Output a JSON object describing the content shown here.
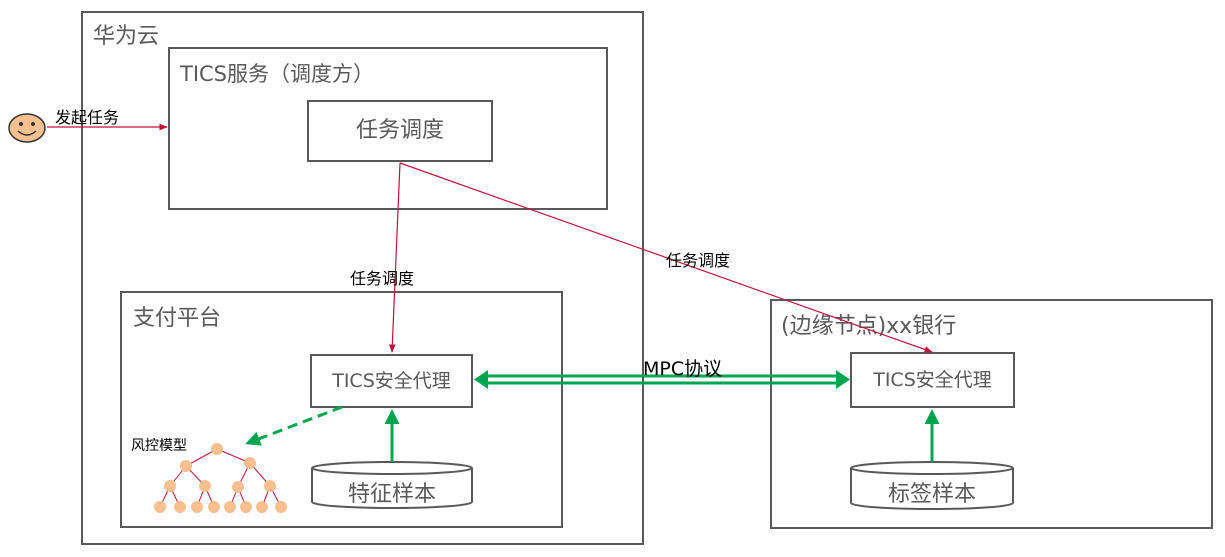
{
  "huawei_cloud": {
    "label": "华为云"
  },
  "tics_service": {
    "label": "TICS服务（调度方）",
    "task_scheduler": "任务调度"
  },
  "initiator": {
    "label": "发起任务"
  },
  "payment_platform": {
    "label": "支付平台",
    "agent": "TICS安全代理",
    "sample_store": "特征样本",
    "model_label": "风控模型"
  },
  "bank_node": {
    "label": "(边缘节点)xx银行",
    "agent": "TICS安全代理",
    "sample_store": "标签样本"
  },
  "edges": {
    "schedule_to_payment": "任务调度",
    "schedule_to_bank": "任务调度",
    "mpc": "MPC协议"
  },
  "colors": {
    "border": "#595959",
    "red_arrow": "#c0143c",
    "green_arrow": "#00a550",
    "node_fill": "#f8c08f",
    "smiley": "#f8c08f"
  }
}
